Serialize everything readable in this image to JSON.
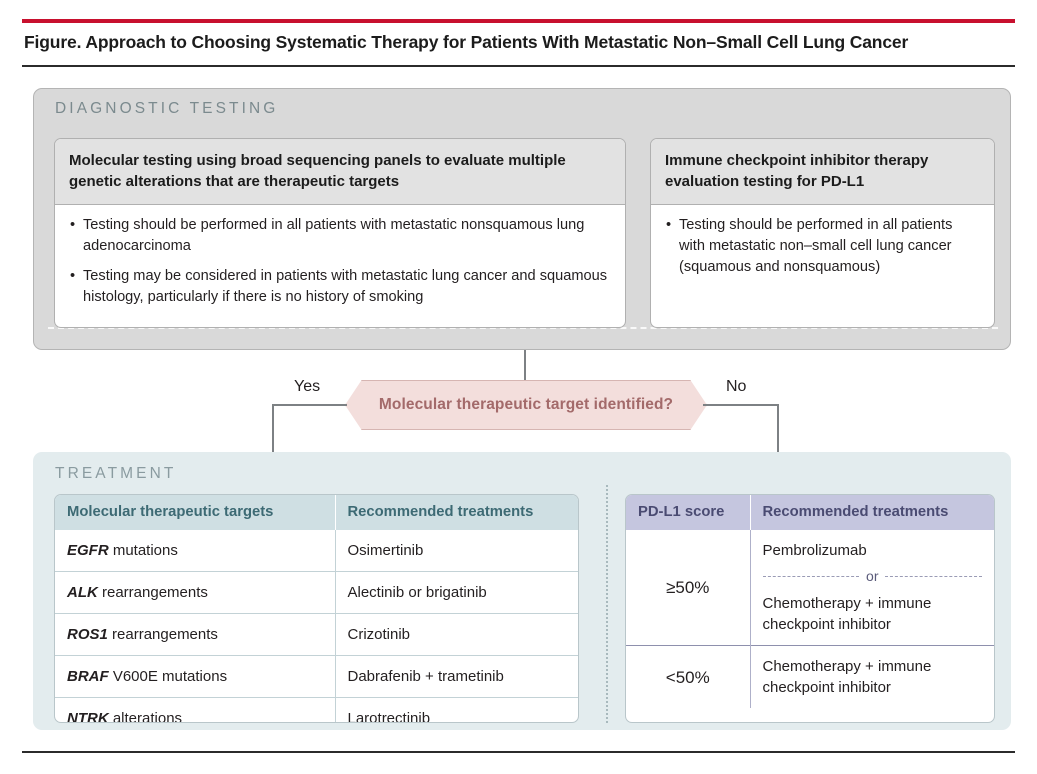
{
  "figure": {
    "title": "Figure. Approach to Choosing Systematic Therapy for Patients With Metastatic Non–Small Cell Lung Cancer",
    "accent_color": "#c8102e"
  },
  "diagnostic": {
    "section_label": "DIAGNOSTIC TESTING",
    "panel_bg": "#d9d9d9",
    "cards": [
      {
        "heading": "Molecular testing using broad sequencing panels to evaluate multiple genetic alterations that are therapeutic targets",
        "bullets": [
          "Testing should be performed in all patients with metastatic nonsquamous lung adenocarcinoma",
          "Testing may be considered in patients with metastatic lung cancer and squamous histology, particularly if there is no history of smoking"
        ]
      },
      {
        "heading": "Immune checkpoint inhibitor therapy evaluation testing for PD-L1",
        "bullets": [
          "Testing should be performed in all patients with metastatic non–small cell lung cancer (squamous and nonsquamous)"
        ]
      }
    ]
  },
  "decision": {
    "question": "Molecular therapeutic target identified?",
    "yes_label": "Yes",
    "no_label": "No",
    "fill_color": "#f3dedc",
    "text_color": "#a36a6a"
  },
  "treatment": {
    "section_label": "TREATMENT",
    "panel_bg": "#e3ecee",
    "molecular_table": {
      "header_bg": "#cfdfe3",
      "headers": [
        "Molecular therapeutic targets",
        "Recommended treatments"
      ],
      "rows": [
        {
          "gene": "EGFR",
          "target_rest": " mutations",
          "treatment": "Osimertinib"
        },
        {
          "gene": "ALK",
          "target_rest": " rearrangements",
          "treatment": "Alectinib or brigatinib"
        },
        {
          "gene": "ROS1",
          "target_rest": " rearrangements",
          "treatment": "Crizotinib"
        },
        {
          "gene": "BRAF",
          "target_rest": " V600E mutations",
          "treatment": "Dabrafenib + trametinib"
        },
        {
          "gene": "NTRK",
          "target_rest": " alterations",
          "treatment": "Larotrectinib"
        }
      ]
    },
    "pdl1_table": {
      "header_bg": "#c5c6df",
      "headers": [
        "PD-L1 score",
        "Recommended treatments"
      ],
      "rows": [
        {
          "score": "≥50%",
          "treatment_primary": "Pembrolizumab",
          "or_label": "or",
          "treatment_alternate": "Chemotherapy + immune checkpoint inhibitor"
        },
        {
          "score": "<50%",
          "treatment_primary": "Chemotherapy + immune checkpoint inhibitor"
        }
      ]
    }
  }
}
